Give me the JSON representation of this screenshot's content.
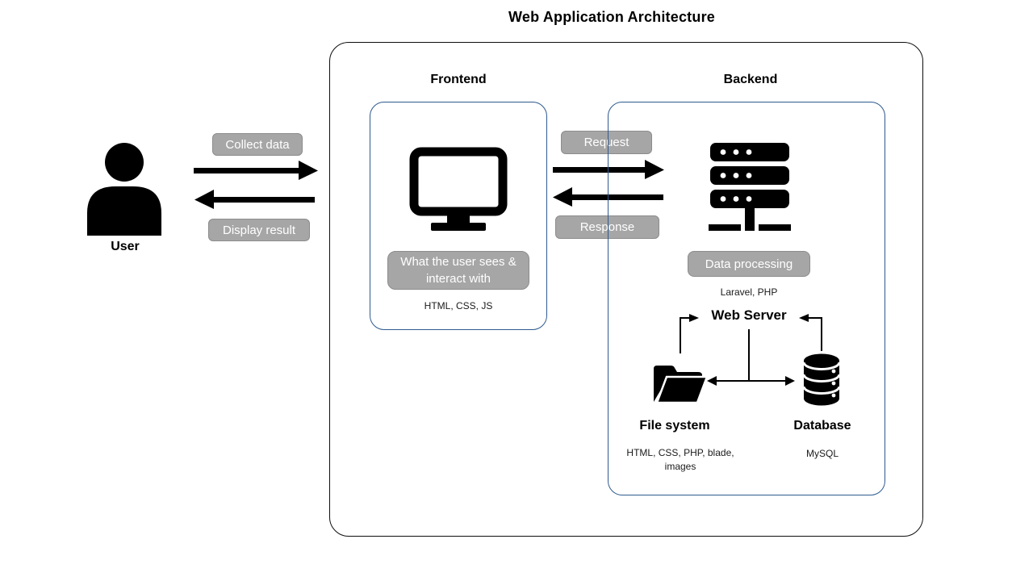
{
  "title": "Web Application Architecture",
  "user": {
    "label": "User"
  },
  "flows": {
    "collect": "Collect data",
    "display": "Display result",
    "request": "Request",
    "response": "Response"
  },
  "frontend": {
    "heading": "Frontend",
    "note": "What the user sees & interact with",
    "tech": "HTML, CSS, JS"
  },
  "backend": {
    "heading": "Backend",
    "note": "Data processing",
    "tech": "Laravel, PHP",
    "web_server": "Web Server",
    "file_system": {
      "label": "File system",
      "tech": "HTML, CSS, PHP, blade, images"
    },
    "database": {
      "label": "Database",
      "tech": "MySQL"
    }
  },
  "colors": {
    "inner_box_border": "#2f5b8f",
    "outer_box_border": "#0d0d0d",
    "label_fill": "#a6a6a6",
    "label_text": "#ffffff",
    "icon_fill": "#000000"
  }
}
